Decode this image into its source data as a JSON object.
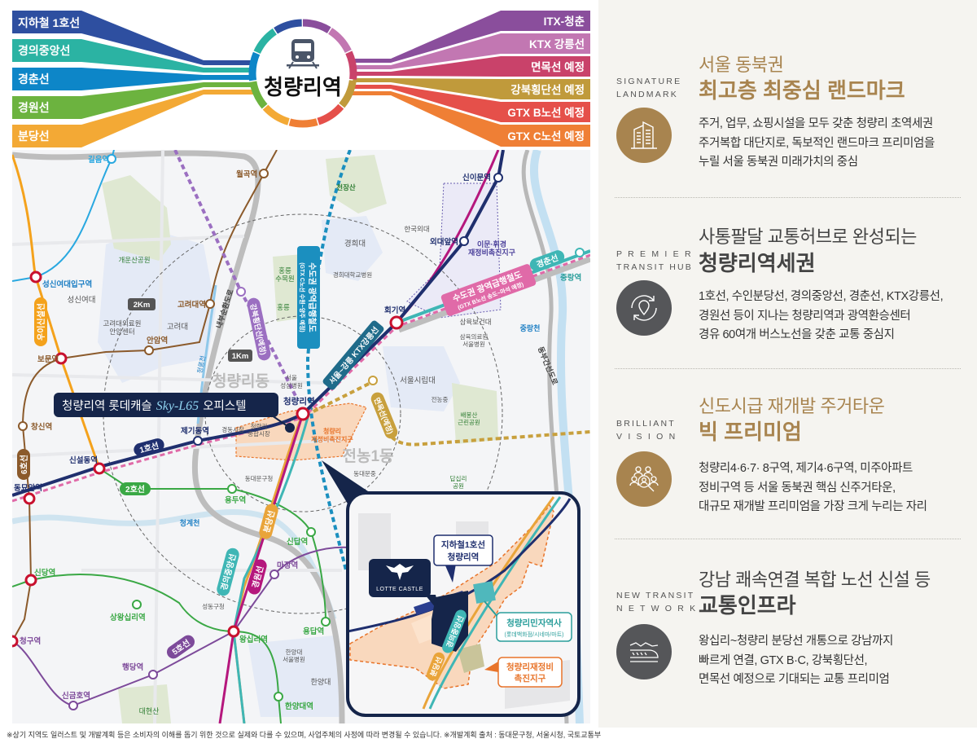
{
  "header": {
    "hub": "청량리역",
    "hub_icon": "train-icon",
    "lines_left": [
      {
        "label": "지하철 1호선",
        "color": "#2e4fa0"
      },
      {
        "label": "경의중앙선",
        "color": "#2bb3a3"
      },
      {
        "label": "경춘선",
        "color": "#0d86c8"
      },
      {
        "label": "경원선",
        "color": "#6cb33f"
      },
      {
        "label": "분당선",
        "color": "#f3a935"
      }
    ],
    "lines_right": [
      {
        "label": "ITX-청춘",
        "color": "#8a4e9c"
      },
      {
        "label": "KTX 강릉선",
        "color": "#c277b2"
      },
      {
        "label": "면목선 예정",
        "color": "#c9426a"
      },
      {
        "label": "강북횡단선 예정",
        "color": "#c09a3b"
      },
      {
        "label": "GTX B노선 예정",
        "color": "#e5504a"
      },
      {
        "label": "GTX C노선 예정",
        "color": "#ef7f35"
      }
    ]
  },
  "map": {
    "callout": {
      "prefix": "청량리역 롯데캐슬",
      "brand": "Sky-L65",
      "suffix": "오피스텔"
    },
    "distances": [
      "2Km",
      "1Km"
    ],
    "line_labels": {
      "line1": "1호선",
      "line2": "2호선",
      "line5": "5호선",
      "line6": "6호선",
      "ui_sinseol": "우이신설선",
      "gyeongui": "경의중앙선",
      "gyeongwon": "경원선",
      "bundang": "분당선",
      "ktx": "서울~강릉 KTX강릉선",
      "gyeongchun": "경춘선",
      "gtx_c": "수도권 광역급행철도",
      "gtx_c_sub": "(GTX C노선 수원~양주 예정)",
      "gtx_b": "수도권 광역급행철도",
      "gtx_b_sub": "(GTX B노선 송도~마석 예정)",
      "gangbuk": "강북횡단선(예정)",
      "myeonmok": "면목선(예정)"
    },
    "stations": {
      "gireum": "길음역",
      "wolgok": "월곡역",
      "sungshin": "성신여대입구역",
      "korea_univ": "고려대역",
      "anam": "안암역",
      "bomun": "보문역",
      "changsin": "창신역",
      "sinseoldong": "신설동역",
      "dongmyo": "동묘앞역",
      "jegidong": "제기동역",
      "cheongnyangni": "청량리역",
      "hoegi": "회기역",
      "hufs": "외대앞역",
      "sinimun": "신이문역",
      "jungnang": "중랑역",
      "yongdu": "용두역",
      "sindap": "신답역",
      "majang": "마장역",
      "sindang": "신당역",
      "sangwangsimni": "상왕십리역",
      "wangsimni": "왕십리역",
      "yongdap": "용답역",
      "haengdang": "행당역",
      "singeumho": "신금호역",
      "cheonggu": "청구역",
      "hanyang": "한양대역"
    },
    "places": {
      "gaeunsan": "개운산공원",
      "sungshin_univ": "성신여대",
      "korea_u": "고려대",
      "ku_hospital": [
        "고려대의료원",
        "안암센터"
      ],
      "hongneung_arb": [
        "홍릉",
        "수목원"
      ],
      "hongneung": "홍릉",
      "cheonjangsan": "천장산",
      "hufs_u": "한국외대",
      "khu": "경희대",
      "khu_hospital": "경희대학교병원",
      "imun": [
        "이문·휘경",
        "재정비촉진지구"
      ],
      "sahmyook": "삼육보건대",
      "sahmyook_hosp": [
        "삼육의료원",
        "서울병원"
      ],
      "uos": "서울시립대",
      "jeonnong_ms": "전농중",
      "baebongsan": [
        "배봉산",
        "근린공원"
      ],
      "dapsimni_park": [
        "답십리",
        "공원"
      ],
      "dongdaemun_ms": "동대문중",
      "seongsim": [
        "서울",
        "성심병원"
      ],
      "gyeongdong": "경동시장",
      "cnr_market": [
        "청량리",
        "종합시장"
      ],
      "cnr_redev": [
        "청량리",
        "재정비촉진지구"
      ],
      "ddm_office": "동대문구청",
      "cheonggyecheon": "청계천",
      "sd_office": "성동구청",
      "hyu_hosp": [
        "한양대",
        "서울병원"
      ],
      "hyu": "한양대",
      "daehyeonsan": "대현산",
      "jungnangcheon": "중랑천",
      "dongbu": "동부간선도로",
      "naebu": "내부순환도로",
      "jeongneungcheon": "정릉천"
    },
    "districts": {
      "cheongnyangni_dong": "청량리동",
      "jeonnong_1dong": "전농1동"
    },
    "inset": {
      "line1_station": [
        "지하철1호선",
        "청량리역"
      ],
      "logo": "LOTTE CASTLE",
      "minja": "청량리민자역사",
      "minja_sub": "(롯데백화점/시네마/마트)",
      "redev": [
        "청량리재정비",
        "촉진지구"
      ],
      "gyeongui": "경의중앙선",
      "bundang": "분당선"
    }
  },
  "features": [
    {
      "en": [
        "SIGNATURE",
        "LANDMARK"
      ],
      "title1": "서울 동북권",
      "title2": "최고층 최중심 랜드마크",
      "accent": "#a8844f",
      "icon": "buildings-icon",
      "body": [
        "주거, 업무, 쇼핑시설을 모두 갖춘 청량리 초역세권",
        "주거복합 대단지로, 독보적인 랜드마크 프리미엄을",
        "누릴 서울 동북권 미래가치의 중심"
      ]
    },
    {
      "en": [
        "P R E M I E R",
        "TRANSIT HUB"
      ],
      "title1": "사통팔달 교통허브로 완성되는",
      "title2": "청량리역세권",
      "accent": "#555659",
      "icon": "transit-hub-icon",
      "body": [
        "1호선, 수인분당선, 경의중앙선, 경춘선, KTX강릉선,",
        "경원선 등이 지나는 청량리역과 광역환승센터",
        "경유 60여개 버스노선을 갖춘 교통 중심지"
      ]
    },
    {
      "en": [
        "BRILLIANT",
        "V I S I O N"
      ],
      "title1": "신도시급 재개발 주거타운",
      "title2": "빅 프리미엄",
      "accent": "#a8844f",
      "icon": "people-search-icon",
      "body": [
        "청량리4·6·7· 8구역, 제기4·6구역, 미주아파트",
        "정비구역 등 서울 동북권 핵심 신주거타운,",
        "대규모 재개발 프리미엄을 가장 크게 누리는 자리"
      ]
    },
    {
      "en": [
        "NEW TRANSIT",
        "N E T W O R K"
      ],
      "title1": "강남 쾌속연결 복합 노선 신설 등",
      "title2": "교통인프라",
      "accent": "#555659",
      "icon": "bullet-train-icon",
      "body": [
        "왕십리~청량리 분당선 개통으로 강남까지",
        "빠르게 연결, GTX B·C, 강북횡단선,",
        "면목선 예정으로 기대되는 교통 프리미엄"
      ]
    }
  ],
  "footer": "※상기 지역도 일러스트 및 개발계획 등은 소비자의 이해를 돕기 위한 것으로 실제와 다를 수 있으며, 사업주체의 사정에 따라 변경될 수 있습니다. ※개발계획 출처 : 동대문구청, 서울시청, 국토교통부"
}
